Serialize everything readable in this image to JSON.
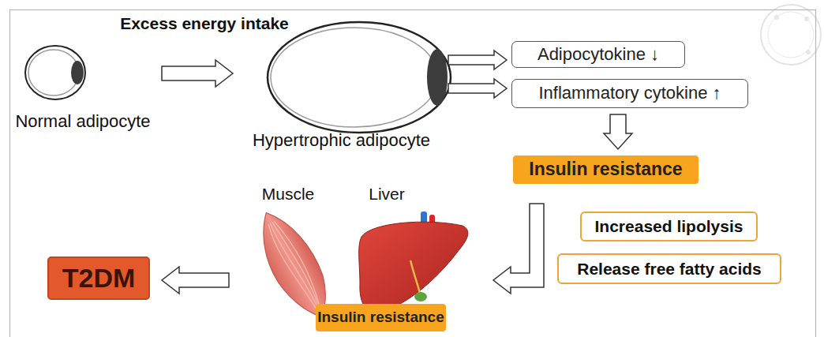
{
  "diagram": {
    "nodes": [
      {
        "text": [
          "Normal adipocyte"
        ]
      },
      {
        "text": [
          "Hypertrophic adipocyte"
        ]
      },
      {
        "text": [
          "Adipocytokine ↓"
        ]
      },
      {
        "text": [
          "Inflammatory cytokine ↑"
        ]
      },
      {
        "text": [
          "Insulin resistance"
        ]
      },
      {
        "text": [
          "Increased lipolysis"
        ]
      },
      {
        "text": [
          "Release free fatty acids"
        ]
      },
      {
        "text": [
          "Muscle"
        ]
      },
      {
        "text": [
          "Liver"
        ]
      },
      {
        "text": [
          "Insulin resistance"
        ]
      },
      {
        "text": [
          "T2DM"
        ]
      }
    ],
    "edges": [
      {
        "from": 0,
        "to": 1,
        "arrow": "to",
        "label": "Excess energy intake"
      },
      {
        "from": 1,
        "to": 2,
        "arrow": "to"
      },
      {
        "from": 1,
        "to": 3,
        "arrow": "to"
      },
      {
        "from": 3,
        "to": 4,
        "arrow": "to"
      },
      {
        "from": 4,
        "to": 8,
        "arrow": "to"
      },
      {
        "from": 7,
        "to": 10,
        "arrow": "to"
      }
    ]
  }
}
